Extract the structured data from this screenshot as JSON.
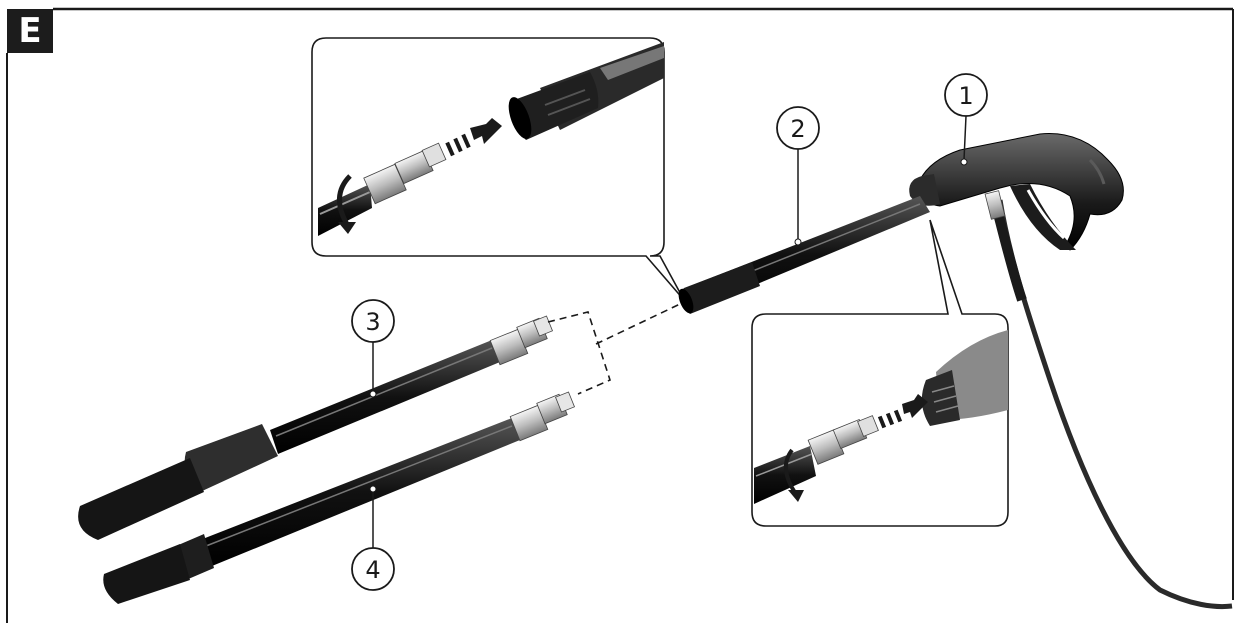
{
  "figure": {
    "section_letter": "E"
  },
  "callouts": [
    {
      "id": "callout-1",
      "label": "1"
    },
    {
      "id": "callout-2",
      "label": "2"
    },
    {
      "id": "callout-3",
      "label": "3"
    },
    {
      "id": "callout-4",
      "label": "4"
    }
  ],
  "colors": {
    "line": "#1a1a1a",
    "part_dark": "#1b1b1b",
    "grip_grey": "#3a3a3a",
    "metal": "#cfcfcf"
  }
}
